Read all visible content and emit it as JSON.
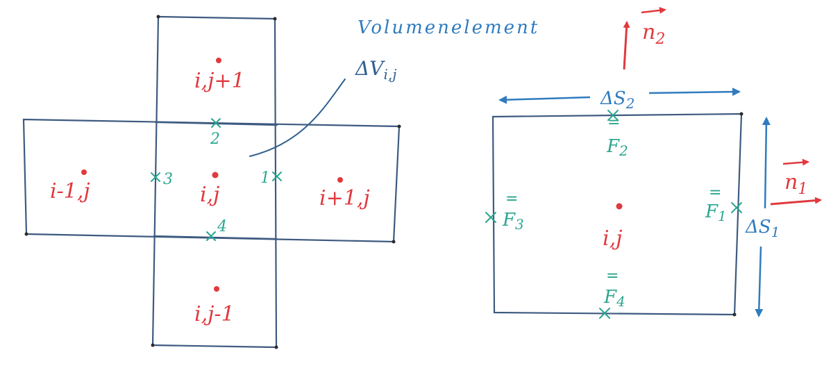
{
  "colors": {
    "grid_lines": "#3d5a80",
    "cell_labels": "#e0393e",
    "face_marks": "#2aa68f",
    "annotation_blue": "#2f7bbf"
  },
  "left_stencil": {
    "annotation": {
      "title": "Volumenelement",
      "symbol": "ΔV",
      "subscript": "i,j"
    },
    "cells": {
      "top": "i,j+1",
      "left": "i-1,j",
      "center": "i,j",
      "right": "i+1,j",
      "bottom": "i,j-1"
    },
    "face_numbers": {
      "f1": "1",
      "f2": "2",
      "f3": "3",
      "f4": "4"
    }
  },
  "right_cell": {
    "center_label": "i,j",
    "flux_labels": {
      "f1": "F",
      "f1_sub": "1",
      "f2": "F",
      "f2_sub": "2",
      "f3": "F",
      "f3_sub": "3",
      "f4": "F",
      "f4_sub": "4"
    },
    "flux_marker": "=",
    "lengths": {
      "s1": "ΔS",
      "s1_sub": "1",
      "s2": "ΔS",
      "s2_sub": "2"
    },
    "normals": {
      "n1": "n",
      "n1_sub": "1",
      "n2": "n",
      "n2_sub": "2"
    }
  }
}
